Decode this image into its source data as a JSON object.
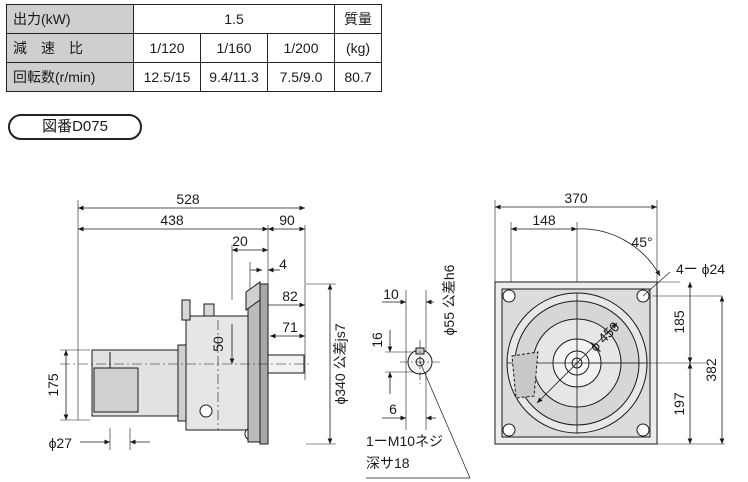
{
  "table": {
    "output_label": "出力(kW)",
    "output_value": "1.5",
    "mass_label_1": "質量",
    "mass_label_2": "(kg)",
    "ratio_label": "減速比",
    "ratios": [
      "1/120",
      "1/160",
      "1/200"
    ],
    "speed_label": "回転数(r/min)",
    "speeds": [
      "12.5/15",
      "9.4/11.3",
      "7.5/9.0"
    ],
    "mass_value": "80.7"
  },
  "figure_label": "図番D075",
  "side_view": {
    "overall_length": "528",
    "motor_length": "438",
    "flange_offset": "90",
    "dim_20": "20",
    "dim_4": "4",
    "dim_82": "82",
    "dim_71": "71",
    "dim_50": "50",
    "height_175": "175",
    "shaft_dia": "ϕ27",
    "flange_dia": "ϕ340 公差js7"
  },
  "shaft_detail": {
    "dim_10": "10",
    "shaft_tol": "ϕ55 公差h6",
    "dim_16": "16",
    "dim_6": "6",
    "tap_1": "1ーM10ネジ",
    "tap_2": "深サ18"
  },
  "front_view": {
    "width_370": "370",
    "dim_148": "148",
    "angle": "45°",
    "holes": "4ー ϕ24",
    "pcd": "ϕ 450",
    "dim_185": "185",
    "dim_197": "197",
    "dim_382": "382"
  }
}
